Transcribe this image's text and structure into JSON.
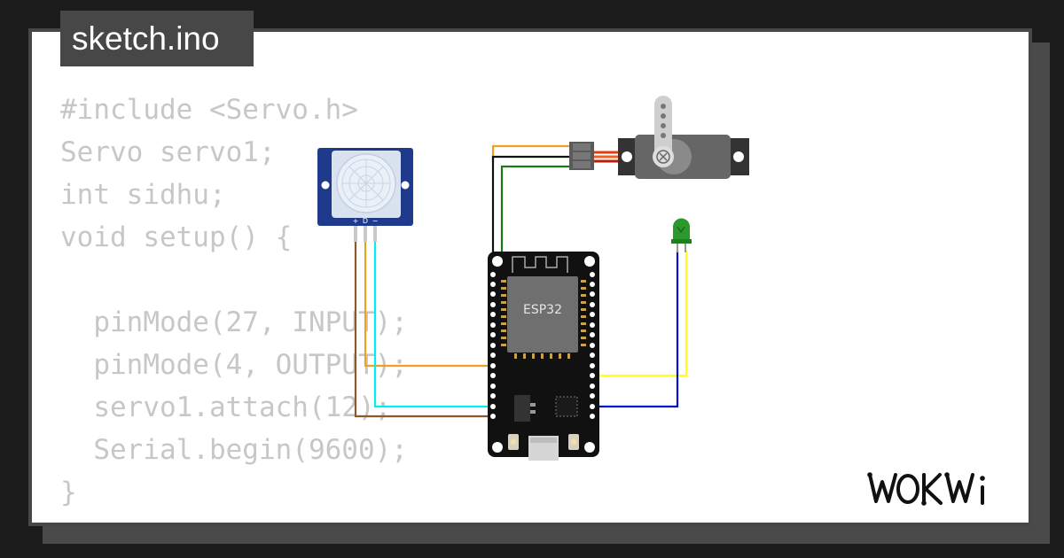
{
  "file_tab": {
    "label": "sketch.ino"
  },
  "code_lines": [
    "#include <Servo.h>",
    "Servo servo1;",
    "int sidhu;",
    "void setup() {",
    "",
    "  pinMode(27, INPUT);",
    "  pinMode(4, OUTPUT);",
    "  servo1.attach(12);",
    "  Serial.begin(9600);",
    "}"
  ],
  "circuit": {
    "board_label": "ESP32",
    "pir_pins": [
      "+",
      "D",
      "−"
    ],
    "components": [
      "pir-sensor",
      "esp32-board",
      "servo-motor",
      "green-led"
    ],
    "wire_colors": {
      "orange": "#f0a020",
      "brown": "#8b5a2b",
      "cyan": "#00f0f0",
      "black": "#111111",
      "green": "#1a7a1a",
      "blue": "#0010d0",
      "yellow": "#ffff20"
    }
  },
  "brand": {
    "logo": "WOKWi"
  },
  "colors": {
    "background": "#1b1b1b",
    "card": "#ffffff",
    "frame": "#474747",
    "code_text": "#c7c7c7"
  }
}
